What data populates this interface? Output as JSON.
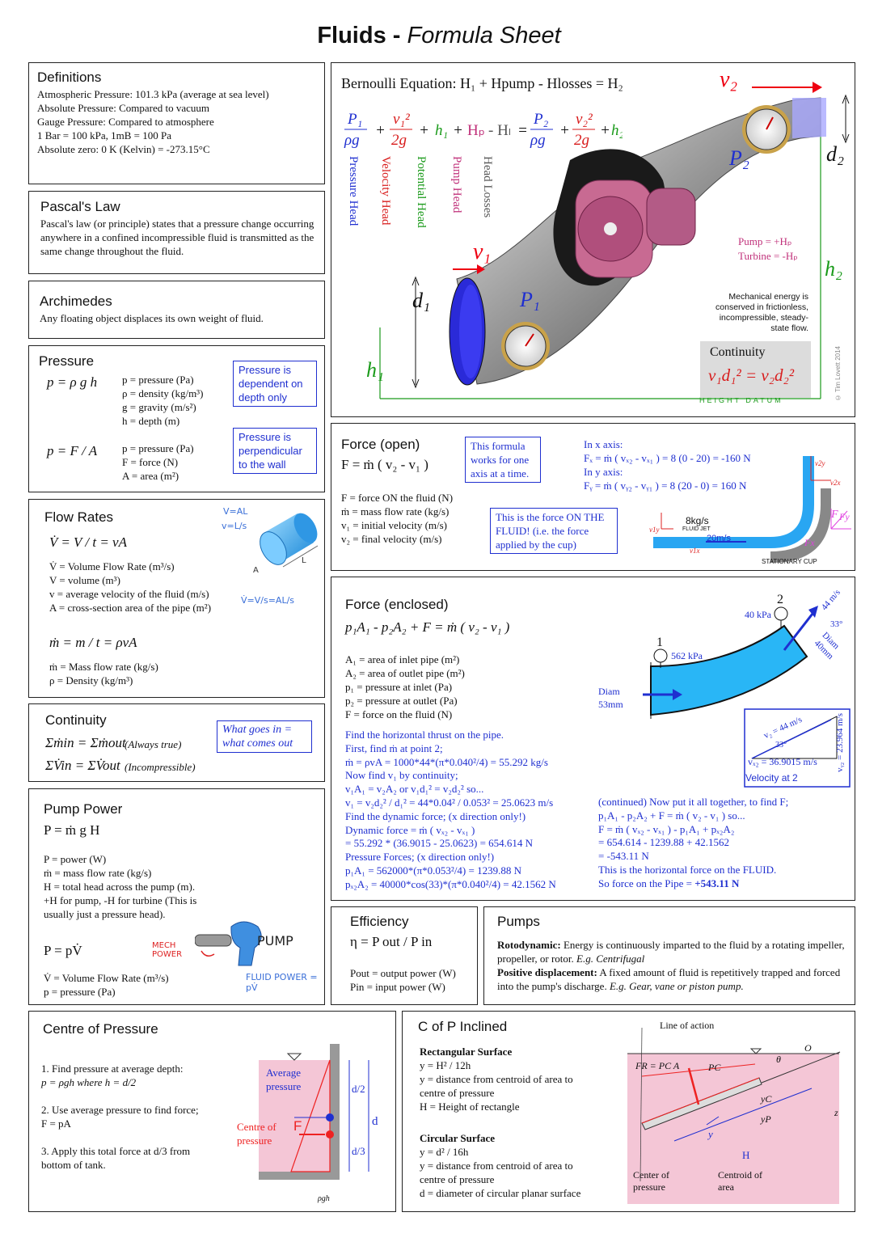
{
  "title": {
    "bold": "Fluids - ",
    "italic": "Formula Sheet"
  },
  "definitions": {
    "heading": "Definitions",
    "lines": [
      "Atmospheric Pressure: 101.3 kPa (average at sea level)",
      "Absolute Pressure: Compared to vacuum",
      "Gauge Pressure: Compared to atmosphere",
      "1 Bar = 100 kPa, 1mB = 100 Pa",
      "Absolute zero: 0 K (Kelvin) = -273.15°C"
    ]
  },
  "pascal": {
    "heading": "Pascal's Law",
    "text": "Pascal's law (or principle) states that a pressure change occurring anywhere in a confined incompressible fluid is transmitted as the same change throughout the fluid."
  },
  "archimedes": {
    "heading": "Archimedes",
    "text": "Any floating object displaces its own weight of fluid."
  },
  "pressure": {
    "heading": "Pressure",
    "eq1": "p = ρ g h",
    "eq1_vars": [
      "p = pressure (Pa)",
      "ρ = density (kg/m³)",
      "g = gravity (m/s²)",
      "h = depth (m)"
    ],
    "eq2": "p = F / A",
    "eq2_vars": [
      "p = pressure (Pa)",
      "F = force (N)",
      "A = area (m²)"
    ],
    "note1": "Pressure is dependent on depth only",
    "note2": "Pressure is perpendicular to the wall"
  },
  "flow_rates": {
    "heading": "Flow Rates",
    "eq1": "V̇ = V / t  = vA",
    "eq1_vars": [
      "V̇ = Volume Flow Rate (m³/s)",
      "V = volume (m³)",
      "v = average velocity of the fluid (m/s)",
      "A = cross-section area of the pipe (m²)"
    ],
    "eq2": "ṁ = m / t  = ρvA",
    "eq2_vars": [
      "ṁ = Mass flow rate (kg/s)",
      "ρ = Density (kg/m³)"
    ],
    "hand1": "V=AL",
    "hand2": "v=L/s",
    "hand3": "V̇=V/s=AL/s",
    "cyl_a": "A",
    "cyl_l": "L"
  },
  "continuity": {
    "heading": "Continuity",
    "eq1": "Σṁin = Σṁout",
    "eq1_note": "(Always true)",
    "eq2": "ΣV̇in = ΣV̇out",
    "eq2_note": "(Incompressible)",
    "note": "What goes in = what comes out"
  },
  "pump_power": {
    "heading": "Pump Power",
    "eq1": "P = ṁ g H",
    "eq1_vars": [
      "P = power (W)",
      "ṁ = mass flow rate (kg/s)",
      "H = total head across the pump (m).",
      "+H for pump, -H for turbine (This is",
      "usually just a pressure head)."
    ],
    "eq2": "P = pV̇",
    "eq2_vars": [
      "V̇ = Volume Flow Rate (m³/s)",
      "p = pressure (Pa)"
    ],
    "hand_mech": "MECH POWER",
    "hand_pump": "PUMP",
    "hand_fluid": "FLUID POWER = pV̇"
  },
  "bernoulli": {
    "heading": "Bernoulli Equation: H₁ + Hpump - Hlosses = H₂",
    "terms": [
      {
        "label": "Pressure Head",
        "color": "#1f2fd0"
      },
      {
        "label": "Velocity Head",
        "color": "#d81b1b"
      },
      {
        "label": "Potential Head",
        "color": "#1a9a1a"
      },
      {
        "label": "Pump Head",
        "color": "#c0307a"
      },
      {
        "label": "Head Losses",
        "color": "#555555"
      }
    ],
    "pump_note": "Pump = +Hₚ",
    "turbine_note": "Turbine = -Hₚ",
    "energy_note": "Mechanical energy is conserved in frictionless, incompressible, steady-state flow.",
    "continuity_heading": "Continuity",
    "continuity_eq": "v₁d₁² = v₂d₂²",
    "datum": "HEIGHT  DATUM",
    "copyright": "© Tim Lovett 2014",
    "labels": {
      "v1": "v₁",
      "v2": "v₂",
      "p1": "P₁",
      "p2": "P₂",
      "d1": "d₁",
      "d2": "d₂",
      "h1": "h₁",
      "h2": "h₂"
    }
  },
  "force_open": {
    "heading": "Force (open)",
    "eq": "F = ṁ ( v₂ - v₁ )",
    "note1": "This formula works for one axis at a time.",
    "note2": "This is the force ON THE FLUID! (i.e. the force applied by the cup)",
    "vars": [
      "F = force ON the fluid (N)",
      "ṁ = mass flow rate (kg/s)",
      "v₁ = initial velocity (m/s)",
      "v₂ = final velocity (m/s)"
    ],
    "x_axis": "In x axis:",
    "x_eq": "Fₓ = ṁ ( vₓ₂ - vₓ₁ ) = 8 (0 - 20) = -160 N",
    "y_axis": "In y axis:",
    "y_eq": "Fᵧ = ṁ ( vᵧ₂ - vᵧ₁ ) = 8 (20 - 0) = 160 N",
    "jet_rate": "8kg/s",
    "jet_label": "FLUID JET",
    "jet_speed": "20m/s",
    "cup_label": "STATIONARY CUP",
    "diag": {
      "v1y": "v1y",
      "v1x": "v1x",
      "v2y": "v2y",
      "v2x": "v2x",
      "fy": "Fy",
      "fx": "Fx",
      "f": "F"
    }
  },
  "force_enclosed": {
    "heading": "Force (enclosed)",
    "eq": "p₁A₁ - p₂A₂ + F = ṁ ( v₂ - v₁ )",
    "vars": [
      "A₁ = area of inlet pipe (m²)",
      "A₂ = area of outlet pipe (m²)",
      "p₁ = pressure at inlet (Pa)",
      "p₂ = pressure at outlet (Pa)",
      "F = force on the fluid (N)"
    ],
    "work_left": [
      "Find the horizontal thrust on the pipe.",
      "First, find ṁ at point 2;",
      "ṁ = ρvA = 1000*44*(π*0.040²/4) = 55.292 kg/s",
      "Now find v₁ by continuity;",
      "v₁A₁ = v₂A₂   or  v₁d₁² = v₂d₂²   so...",
      "v₁ = v₂d₂² / d₁² = 44*0.04² / 0.053² = 25.0623 m/s",
      "Find the dynamic force; (x direction only!)",
      "Dynamic force = ṁ ( vₓ₂ - vₓ₁ )",
      "  = 55.292 * (36.9015 - 25.0623) = 654.614 N",
      "Pressure Forces; (x direction only!)",
      "p₁A₁ = 562000*(π*0.053²/4) = 1239.88 N",
      "pₓ₂A₂ = 40000*cos(33)*(π*0.040²/4) = 42.1562 N"
    ],
    "work_right": [
      "(continued) Now put it all together, to find F;",
      "p₁A₁ - p₂A₂ + F = ṁ ( v₂ - v₁ )    so...",
      "  F = ṁ ( vₓ₂ - vₓ₁ ) - p₁A₁ + pₓ₂A₂",
      "   = 654.614 - 1239.88 + 42.1562",
      "   = -543.11 N",
      "This is the horizontal force on the FLUID.",
      "So force on the Pipe = "
    ],
    "pipe_force": "+543.11 N",
    "diag": {
      "p1": "562 kPa",
      "p2": "40 kPa",
      "pt1": "1",
      "pt2": "2",
      "diam1": "Diam 53mm",
      "diam2": "Diam 40mm",
      "v2": "44 m/s",
      "angle": "33°",
      "tri_v2": "v₂ = 44 m/s",
      "tri_angle": "33°",
      "tri_vx": "vₓ₂ = 36.9015 m/s",
      "tri_vy": "vᵧ₂ = 23.964 m/s",
      "tri_caption": "Velocity at 2"
    }
  },
  "efficiency": {
    "heading": "Efficiency",
    "eq": "η = P out / P in",
    "vars": [
      "Pout = output power (W)",
      "Pin = input power (W)"
    ]
  },
  "pumps": {
    "heading": "Pumps",
    "roto_title": "Rotodynamic:",
    "roto_text": " Energy is continuously imparted to the fluid by a rotating impeller, propeller, or rotor. ",
    "roto_eg": "E.g. Centrifugal",
    "pd_title": "Positive displacement:",
    "pd_text": " A fixed amount of fluid is repetitively trapped and forced into the pump's discharge. ",
    "pd_eg": "E.g. Gear, vane or piston pump."
  },
  "centre_pressure": {
    "heading": "Centre of Pressure",
    "steps": [
      "1. Find pressure at average depth:",
      "p = ρgh where h = d/2",
      "2. Use average pressure to find force;",
      "F = pA",
      "3. Apply this total force at d/3 from",
      "bottom of tank."
    ],
    "diag": {
      "avg": "Average pressure",
      "cop": "Centre of pressure",
      "f": "F",
      "d": "d",
      "d2": "d/2",
      "d3": "d/3",
      "rgh": "ρgh"
    }
  },
  "cop_inclined": {
    "heading": "C of P Inclined",
    "rect_title": "Rectangular Surface",
    "rect_lines": [
      "y = H² / 12h",
      "y = distance from centroid of area to",
      "centre of pressure",
      "H = Height of rectangle"
    ],
    "circ_title": "Circular Surface",
    "circ_lines": [
      "y = d² / 16h",
      "y = distance from centroid of area to",
      "centre of pressure",
      "d = diameter of circular planar surface"
    ],
    "diag": {
      "line": "Line of action",
      "fr": "FR = PC A",
      "pc": "PC",
      "theta": "θ",
      "o": "O",
      "yc": "yC",
      "yp": "yP",
      "y": "y",
      "h": "H",
      "z": "z",
      "cop": "Center of pressure",
      "centroid": "Centroid of area"
    }
  }
}
